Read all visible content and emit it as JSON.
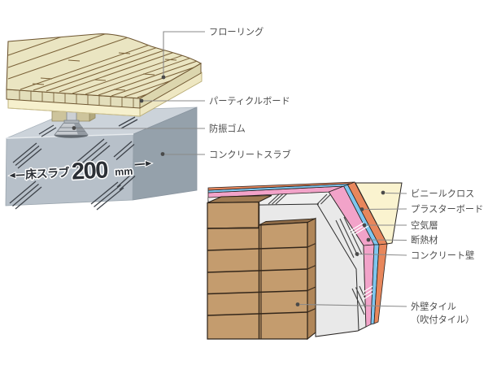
{
  "floor_section": {
    "labels": [
      {
        "text": "フローリング"
      },
      {
        "text": "パーティクルボード"
      },
      {
        "text": "防振ゴム"
      },
      {
        "text": "コンクリートスラブ"
      }
    ],
    "slab_dimension": {
      "prefix": "床スラブ",
      "value": "200",
      "unit": "mm"
    }
  },
  "wall_section": {
    "labels": [
      {
        "text": "ビニールクロス"
      },
      {
        "text": "プラスターボード"
      },
      {
        "text": "空気層"
      },
      {
        "text": "断熱材"
      },
      {
        "text": "コンクリート壁"
      },
      {
        "text": "外壁タイル",
        "text2": "（吹付タイル）"
      }
    ]
  },
  "colors": {
    "flooring_top": "#eae5c2",
    "flooring_line": "#6f5732",
    "particle_board": "#f6f0cd",
    "damper_gray": "#c6cacf",
    "concrete_top": "#ccd3da",
    "concrete_front": "#b7c0c9",
    "concrete_side": "#95a1ab",
    "vinyl_cloth": "#faf3cf",
    "plaster_board": "#e8875c",
    "air_layer": "#7ec6ef",
    "insulation": "#f2a3c9",
    "wall_concrete": "#e9e9e9",
    "wall_tile": "#c49c6e",
    "label_text": "#4d4d4d"
  }
}
